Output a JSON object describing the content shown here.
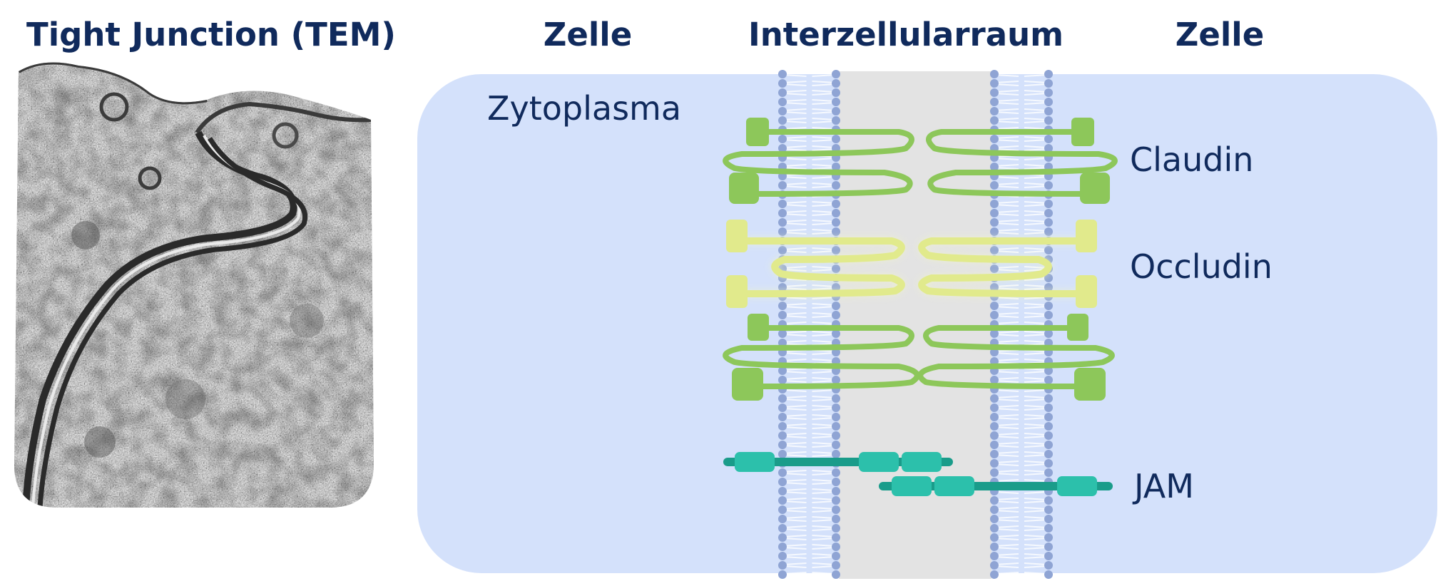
{
  "tem": {
    "title": "Tight Junction (TEM)"
  },
  "diagram": {
    "left_cell": "Zelle",
    "intercellular_space": "Interzellularraum",
    "right_cell": "Zelle",
    "cytoplasm": "Zytoplasma",
    "proteins": {
      "claudin": "Claudin",
      "occludin": "Occludin",
      "jam": "JAM"
    }
  },
  "colors": {
    "cell_fill": "#d4e1fb",
    "intercellular_fill": "#e3e3e3",
    "lipid_head": "#8fa4d4",
    "lipid_tail": "#ffffff",
    "claudin": "#8dc75a",
    "occludin": "#e1ea8c",
    "jam_bar": "#1a9c8a",
    "jam_domain": "#2cc0ab",
    "text": "#102a5c"
  }
}
